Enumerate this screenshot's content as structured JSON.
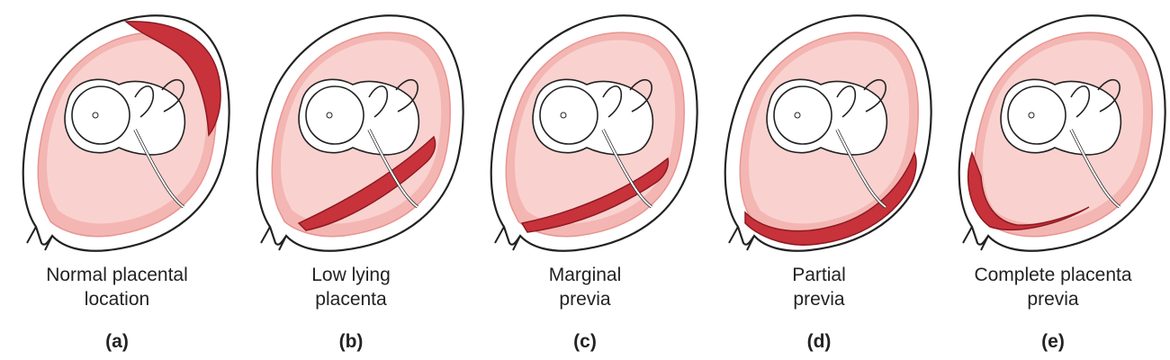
{
  "panels": [
    {
      "id": "a",
      "caption_lines": [
        "Normal placental",
        "location"
      ],
      "letter": "(a)",
      "placenta": "fundal"
    },
    {
      "id": "b",
      "caption_lines": [
        "Low lying",
        "placenta"
      ],
      "letter": "(b)",
      "placenta": "low"
    },
    {
      "id": "c",
      "caption_lines": [
        "Marginal",
        "previa"
      ],
      "letter": "(c)",
      "placenta": "marginal"
    },
    {
      "id": "d",
      "caption_lines": [
        "Partial",
        "previa"
      ],
      "letter": "(d)",
      "placenta": "partial"
    },
    {
      "id": "e",
      "caption_lines": [
        "Complete placenta",
        "previa"
      ],
      "letter": "(e)",
      "placenta": "complete"
    }
  ],
  "colors": {
    "outline": "#222222",
    "uterus_wall": "#f4b6b3",
    "amniotic_fluid": "#f9d2cf",
    "placenta": "#c8323a",
    "placenta_stripe": "#8c1a22",
    "fetus_fill": "#ffffff",
    "fetus_shade": "#dcdcdc"
  }
}
